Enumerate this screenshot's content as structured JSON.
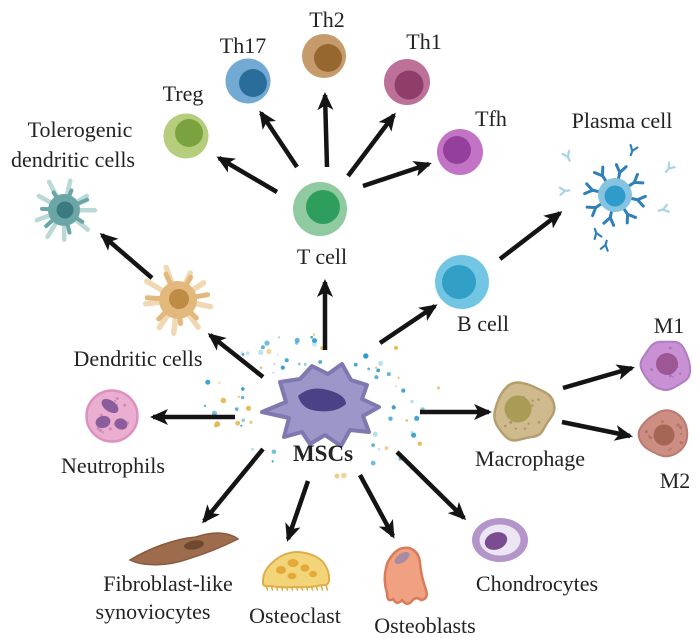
{
  "figure": {
    "background": "#ffffff",
    "arrow_color": "#141414",
    "text_color": "#232323"
  },
  "center_cell": {
    "label": "MSCs",
    "body_color": "#9d97c9",
    "outline_color": "#7f78b1",
    "nucleus_color": "#4a4287",
    "speckle_teal": "#2d9cc9",
    "speckle_gold": "#e6b54d"
  },
  "cells": {
    "t_cell": {
      "label": "T cell",
      "outer": "#8fcaa0",
      "inner": "#2f9e5c"
    },
    "treg": {
      "label": "Treg",
      "outer": "#b5cd7d",
      "inner": "#7aa23e"
    },
    "th17": {
      "label": "Th17",
      "outer": "#72aad4",
      "inner": "#2b6d9a"
    },
    "th2": {
      "label": "Th2",
      "outer": "#c69b6c",
      "inner": "#976730"
    },
    "th1": {
      "label": "Th1",
      "outer": "#bd7098",
      "inner": "#8e3e69"
    },
    "tfh": {
      "label": "Tfh",
      "outer": "#c373c5",
      "inner": "#943f9c"
    },
    "plasma_cell": {
      "label": "Plasma cell",
      "outer": "#86c3e1",
      "inner": "#2f9bca",
      "antibody_dark": "#2f80b9",
      "antibody_light": "#a7d3e4"
    },
    "b_cell": {
      "label": "B cell",
      "outer": "#72c6e4",
      "inner": "#319fc6"
    },
    "macrophage": {
      "label": "Macrophage",
      "body": "#cfba8e",
      "outline": "#b59e6e",
      "nucleus": "#a99c56"
    },
    "m1": {
      "label": "M1",
      "body": "#c791d4",
      "outline": "#b27bc4",
      "nucleus": "#9d5795"
    },
    "m2": {
      "label": "M2",
      "body": "#cc8d83",
      "outline": "#bb7a6f",
      "nucleus": "#a56653"
    },
    "chondrocytes": {
      "label": "Chondrocytes",
      "ring": "#b495ca",
      "cytoplasm": "#ece5f3",
      "nucleus": "#7c4c91"
    },
    "osteoblasts": {
      "label": "Osteoblasts",
      "body": "#f0a181",
      "outline": "#d97b58",
      "patch": "#a98ba3"
    },
    "osteoclast": {
      "label": "Osteoclast",
      "body": "#f3d579",
      "outline": "#e0ad4a",
      "nuclei": "#e3aa3b"
    },
    "fibroblast": {
      "label_line1": "Fibroblast-like",
      "label_line2": "synoviocytes",
      "body": "#9d6c4d",
      "outline": "#8a5a3e",
      "nucleus": "#6f4830"
    },
    "neutrophils": {
      "label": "Neutrophils",
      "body": "#e9aed0",
      "outline": "#df8fc0",
      "nucleus": "#8c5d9d"
    },
    "dendritic_cells": {
      "label": "Dendritic cells",
      "body": "#e3b87d",
      "tendril_light": "#f0d9b2",
      "nucleus": "#bf8c45"
    },
    "tolerogenic_dc": {
      "label_line1": "Tolerogenic",
      "label_line2": "dendritic cells",
      "body": "#6ba6a6",
      "tendril_light": "#b9d8d6",
      "nucleus": "#3b7b80"
    }
  }
}
